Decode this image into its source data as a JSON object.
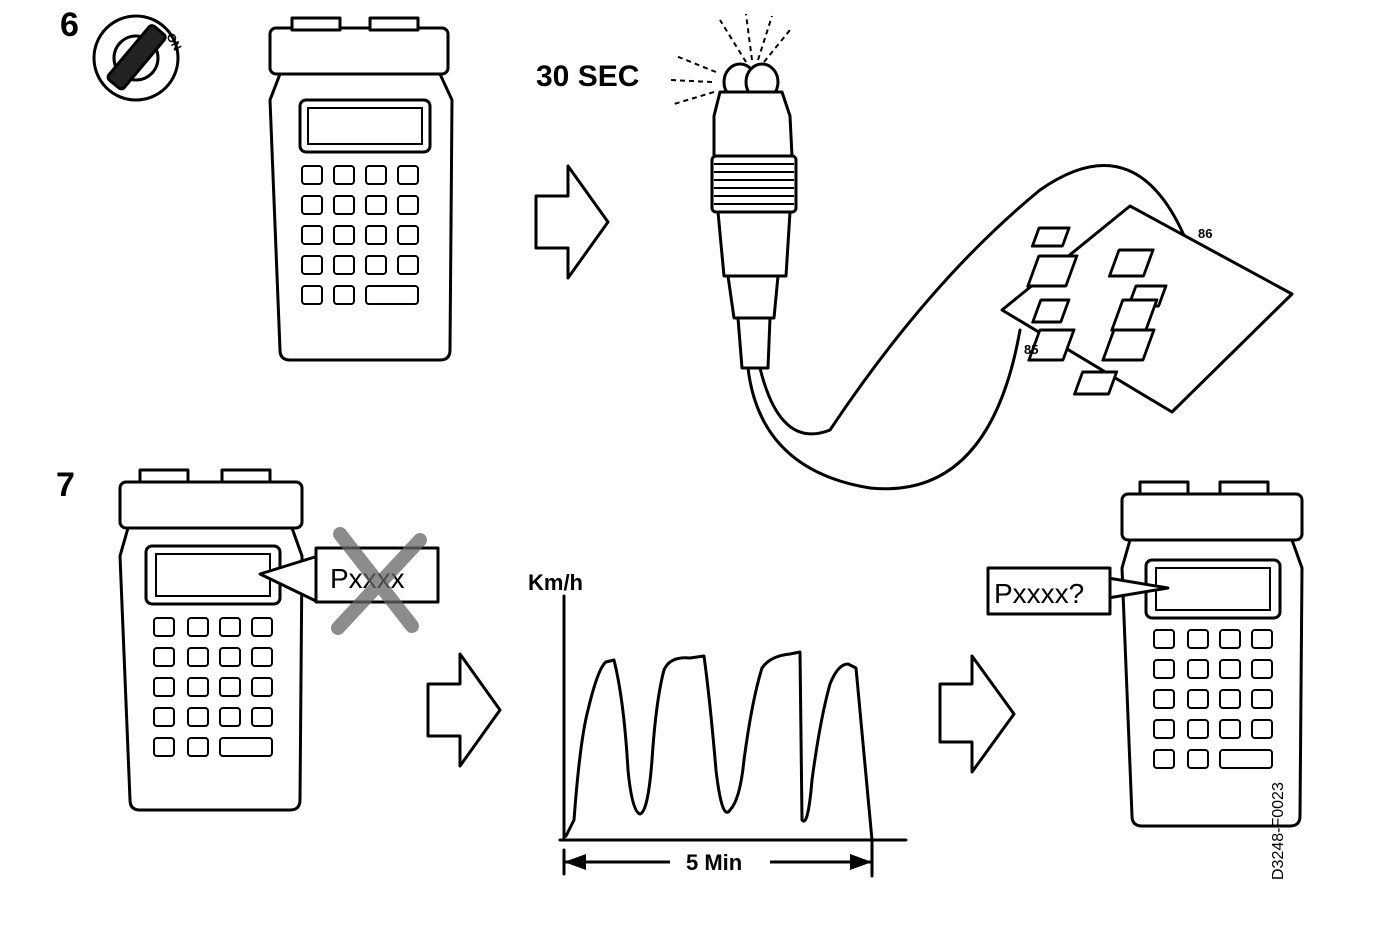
{
  "step6": {
    "number": "6",
    "key_label": "ON"
  },
  "timer": {
    "label": "30 SEC"
  },
  "relay": {
    "pin_a": "86",
    "pin_b": "85"
  },
  "step7": {
    "number": "7",
    "crossed_code": "Pxxxx",
    "new_code": "Pxxxx?"
  },
  "speed_graph": {
    "ylabel": "Km/h",
    "duration": "5 Min"
  },
  "figure_id": "D3248-F0023"
}
